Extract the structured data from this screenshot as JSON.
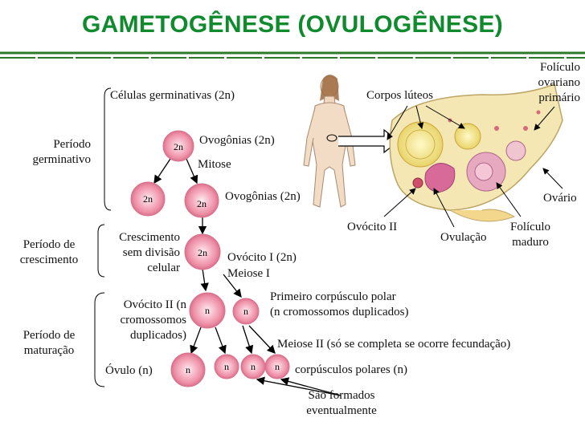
{
  "title": "GAMETOGÊNESE (OVULOGÊNESE)",
  "colors": {
    "title": "#0f8a2d",
    "rule": "#2d7a2a",
    "cell": "#ef8fa6",
    "cell_center": "#fbe3ea",
    "cell_edge": "#d9718c"
  },
  "periods": {
    "germinativo": [
      "Período",
      "germinativo"
    ],
    "crescimento": [
      "Período de",
      "crescimento"
    ],
    "maturacao": [
      "Período de",
      "maturação"
    ]
  },
  "labels": {
    "celulas_germinativas": "Células germinativas (2n)",
    "ovogonias_1": "Ovogônias (2n)",
    "mitose": "Mitose",
    "ovogonias_2": "Ovogônias (2n)",
    "crescimento": [
      "Crescimento",
      "sem divisão",
      "celular"
    ],
    "ovocito_1": "Ovócito I (2n)",
    "meiose_1": "Meiose I",
    "primeiro_corpusculo": [
      "Primeiro corpúsculo polar",
      "(n cromossomos duplicados)"
    ],
    "ovocito_2": [
      "Ovócito II (n",
      "cromossomos",
      "duplicados)"
    ],
    "meiose_2": "Meiose II (só se completa se ocorre fecundação)",
    "ovulo": "Óvulo (n)",
    "corpusculos_polares": "corpúsculos polares (n)",
    "sao_formados": [
      "São formados",
      "eventualmente"
    ]
  },
  "cell_labels": {
    "germ": "2n",
    "ovog_a": "2n",
    "ovog_b": "2n",
    "ovocito1": "2n",
    "ovocito2": "n",
    "pb1": "n",
    "ovulo": "n",
    "pb_a": "n",
    "pb_b": "n",
    "pb_c": "n"
  },
  "ovary_labels": {
    "corpos_luteos": "Corpos lúteos",
    "foliculo_primario": [
      "Folículo",
      "ovariano",
      "primário"
    ],
    "ovario": "Ovário",
    "foliculo_maduro": [
      "Folículo",
      "maduro"
    ],
    "ovulacao": "Ovulação",
    "ovocito_2": "Ovócito II"
  }
}
